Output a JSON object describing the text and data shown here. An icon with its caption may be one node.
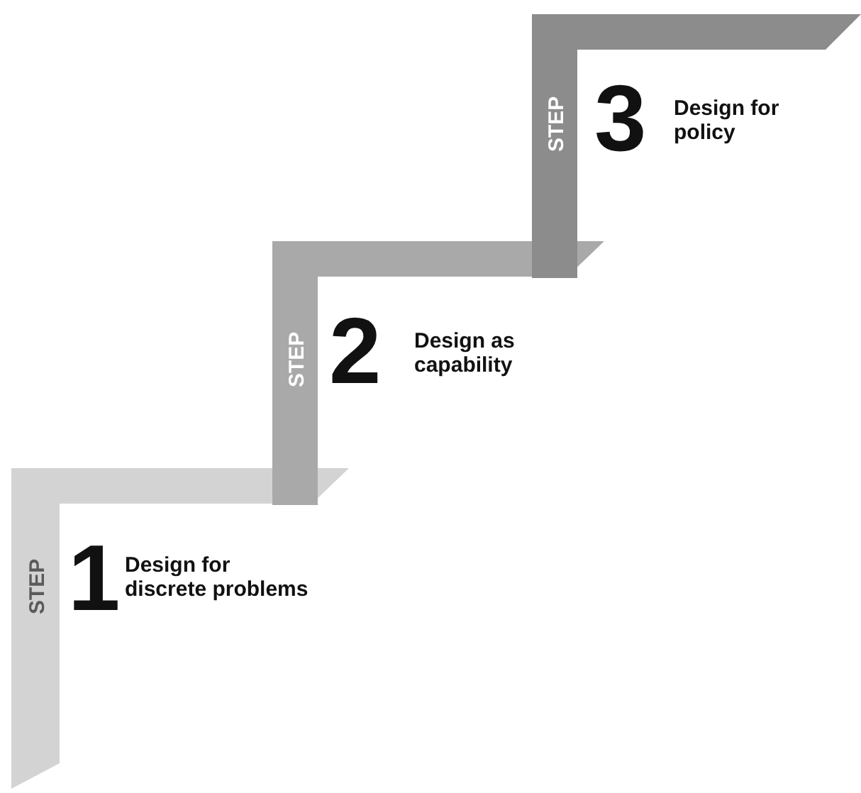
{
  "diagram": {
    "nodes": [
      {
        "text": [
          "STEP",
          "1",
          "Design for discrete problems"
        ]
      },
      {
        "text": [
          "STEP",
          "2",
          "Design as capability"
        ]
      },
      {
        "text": [
          "STEP",
          "3",
          "Design for policy"
        ]
      }
    ]
  }
}
